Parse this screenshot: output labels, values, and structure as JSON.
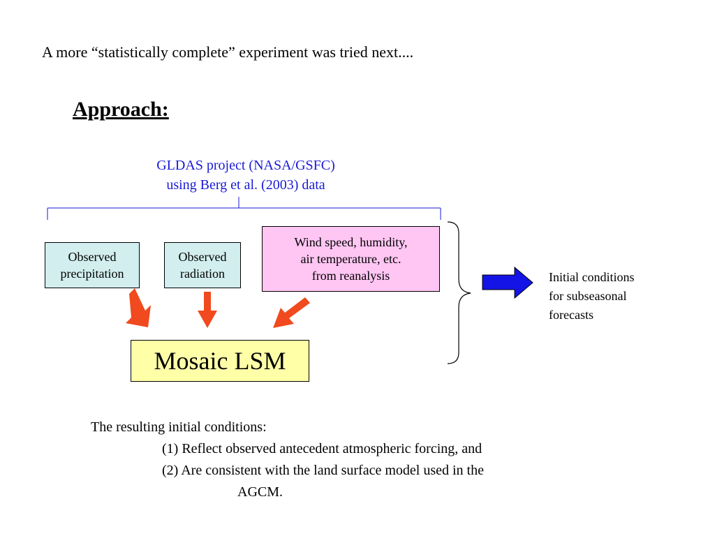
{
  "intro_text": "A more “statistically complete” experiment was tried next....",
  "heading": "Approach: ",
  "gldas": {
    "line1": "GLDAS project (NASA/GSFC)",
    "line2": "using Berg et al. (2003) data",
    "color": "#1a1ad6"
  },
  "inputs": {
    "precipitation": {
      "line1": "Observed",
      "line2": "precipitation",
      "color": "#d2eeee"
    },
    "radiation": {
      "line1": "Observed",
      "line2": "radiation",
      "color": "#d2eeee"
    },
    "reanalysis": {
      "line1": "Wind speed, humidity,",
      "line2": "air temperature, etc.",
      "line3": "from reanalysis",
      "color": "#ffc6f3"
    }
  },
  "model": {
    "label": "Mosaic LSM",
    "color": "#ffffa8"
  },
  "output": {
    "line1": "Initial conditions",
    "line2": "for subseasonal",
    "line3": "forecasts"
  },
  "arrow_colors": {
    "input_arrows": "#f04a1e",
    "output_arrow": "#1414e6"
  },
  "conclusion": {
    "line1": "The resulting initial conditions:",
    "line2": "(1) Reflect observed antecedent atmospheric forcing, and",
    "line3": "(2) Are consistent with the land surface model used in the",
    "line4": "AGCM."
  }
}
